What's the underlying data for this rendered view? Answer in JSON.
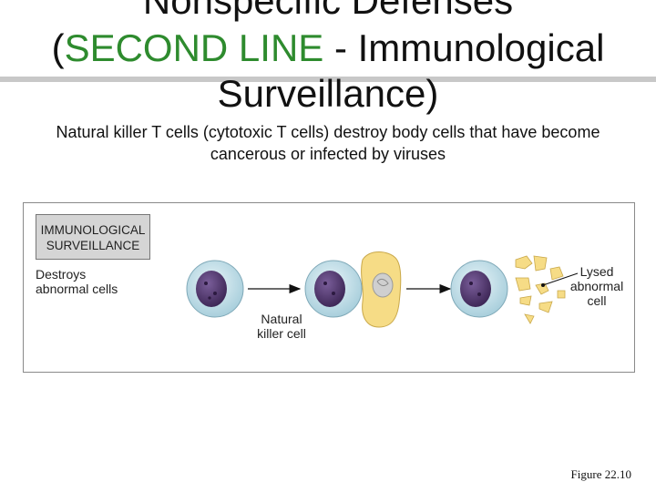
{
  "title": {
    "line1": "Nonspecific Defenses",
    "line2_paren_open": "(",
    "line2_accent": "SECOND LINE",
    "line2_rest": " - Immunological",
    "line3": "Surveillance)"
  },
  "subtitle": "Natural killer T cells (cytotoxic T cells) destroy body cells that have become cancerous or infected by viruses",
  "diagram": {
    "badge_line1": "IMMUNOLOGICAL",
    "badge_line2": "SURVEILLANCE",
    "description_line1": "Destroys",
    "description_line2": "abnormal cells",
    "nk_label_line1": "Natural",
    "nk_label_line2": "killer cell",
    "lysed_line1": "Lysed",
    "lysed_line2": "abnormal",
    "lysed_line3": "cell"
  },
  "colors": {
    "accent": "#2e8b2e",
    "nk_cytoplasm": "#cfe6ee",
    "nk_nucleus": "#5a3e78",
    "abnormal_cell": "#f6dc86",
    "abnormal_nucleus": "#cfcfcf"
  },
  "figure_ref": "Figure 22.10"
}
